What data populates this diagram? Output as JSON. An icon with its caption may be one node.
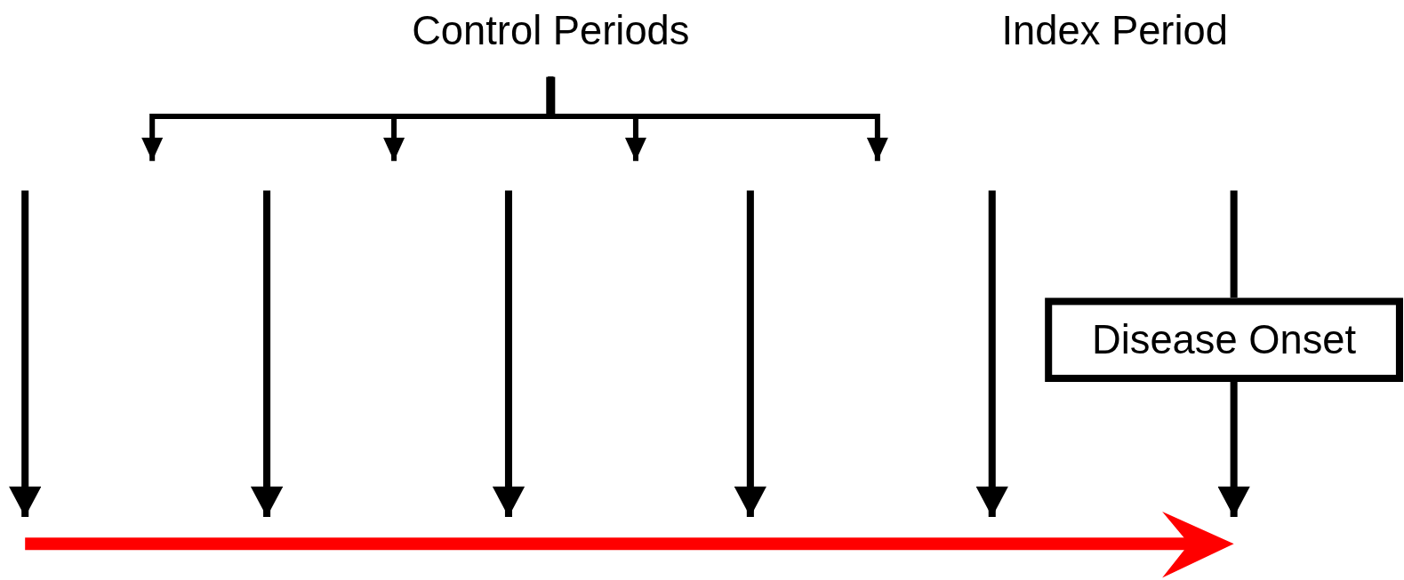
{
  "diagram": {
    "nodes": [
      {
        "text": [
          "Control Periods"
        ]
      },
      {
        "text": [
          "Index Period"
        ]
      },
      {
        "text": [
          "Disease Onset"
        ]
      },
      {
        "text": [],
        "shape": "arrow"
      }
    ],
    "edges": [
      {
        "from": 0,
        "to": null,
        "arrow": "to"
      },
      {
        "from": 0,
        "to": null,
        "arrow": "to"
      },
      {
        "from": 0,
        "to": null,
        "arrow": "to"
      },
      {
        "from": 0,
        "to": null,
        "arrow": "to"
      },
      {
        "from": null,
        "to": 3,
        "arrow": "to"
      },
      {
        "from": null,
        "to": 3,
        "arrow": "to"
      },
      {
        "from": null,
        "to": 3,
        "arrow": "to"
      },
      {
        "from": null,
        "to": 3,
        "arrow": "to"
      },
      {
        "from": null,
        "to": 3,
        "arrow": "to"
      },
      {
        "from": null,
        "to": 2,
        "arrow": "none"
      },
      {
        "from": 2,
        "to": 3,
        "arrow": "to"
      }
    ]
  }
}
